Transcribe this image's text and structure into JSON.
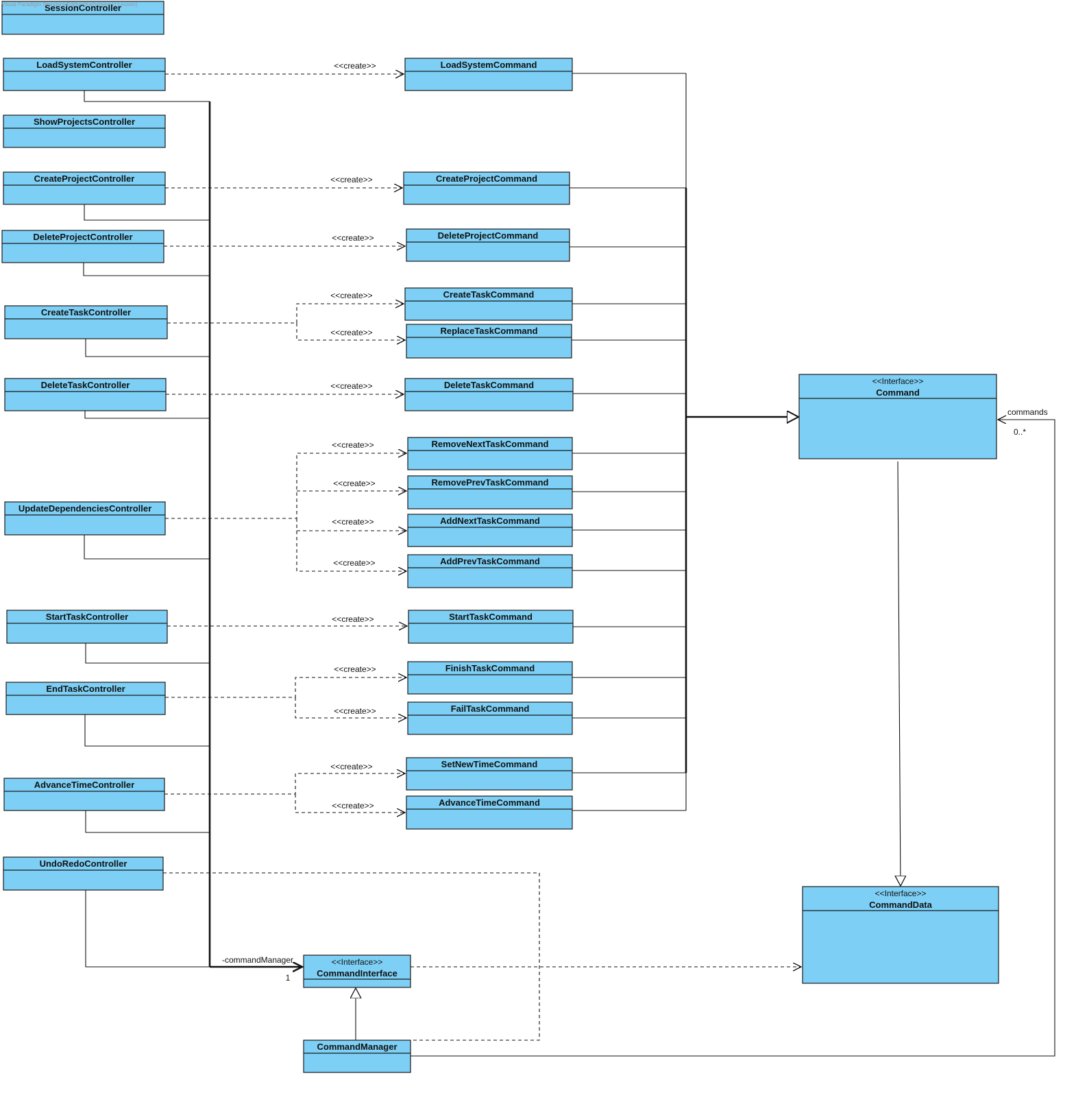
{
  "watermark": "Visual Paradigm Standard Edition(Katholieke U.Leuven)",
  "classes": [
    {
      "id": "session",
      "name": "SessionController"
    },
    {
      "id": "loadsysctl",
      "name": "LoadSystemController"
    },
    {
      "id": "showproj",
      "name": "ShowProjectsController"
    },
    {
      "id": "createprojctl",
      "name": "CreateProjectController"
    },
    {
      "id": "deleteprojctl",
      "name": "DeleteProjectController"
    },
    {
      "id": "createtaskctl",
      "name": "CreateTaskController"
    },
    {
      "id": "deletetaskctl",
      "name": "DeleteTaskController"
    },
    {
      "id": "updatedepctl",
      "name": "UpdateDependenciesController"
    },
    {
      "id": "starttaskctl",
      "name": "StartTaskController"
    },
    {
      "id": "endtaskctl",
      "name": "EndTaskController"
    },
    {
      "id": "advtimectl",
      "name": "AdvanceTimeController"
    },
    {
      "id": "undoredoctl",
      "name": "UndoRedoController"
    },
    {
      "id": "loadsyscmd",
      "name": "LoadSystemCommand"
    },
    {
      "id": "createprojcmd",
      "name": "CreateProjectCommand"
    },
    {
      "id": "deleteprojcmd",
      "name": "DeleteProjectCommand"
    },
    {
      "id": "createtaskcmd",
      "name": "CreateTaskCommand"
    },
    {
      "id": "replacetaskcmd",
      "name": "ReplaceTaskCommand"
    },
    {
      "id": "deletetaskcmd",
      "name": "DeleteTaskCommand"
    },
    {
      "id": "removenextcmd",
      "name": "RemoveNextTaskCommand"
    },
    {
      "id": "removeprevcmd",
      "name": "RemovePrevTaskCommand"
    },
    {
      "id": "addnextcmd",
      "name": "AddNextTaskCommand"
    },
    {
      "id": "addprevcmd",
      "name": "AddPrevTaskCommand"
    },
    {
      "id": "starttaskcmd",
      "name": "StartTaskCommand"
    },
    {
      "id": "finishtaskcmd",
      "name": "FinishTaskCommand"
    },
    {
      "id": "failtaskcmd",
      "name": "FailTaskCommand"
    },
    {
      "id": "setnewtimecmd",
      "name": "SetNewTimeCommand"
    },
    {
      "id": "advtimecmd",
      "name": "AdvanceTimeCommand"
    },
    {
      "id": "command",
      "name": "Command",
      "stereotype": "<<Interface>>"
    },
    {
      "id": "commanddata",
      "name": "CommandData",
      "stereotype": "<<Interface>>"
    },
    {
      "id": "cmdinterface",
      "name": "CommandInterface",
      "stereotype": "<<Interface>>"
    },
    {
      "id": "cmdmanager",
      "name": "CommandManager"
    }
  ],
  "create_label": "<<create>>",
  "association_labels": {
    "command_manager_role": "-commandManager",
    "command_manager_multiplicity": "1",
    "commands_role": "commands",
    "commands_multiplicity": "0..*"
  }
}
